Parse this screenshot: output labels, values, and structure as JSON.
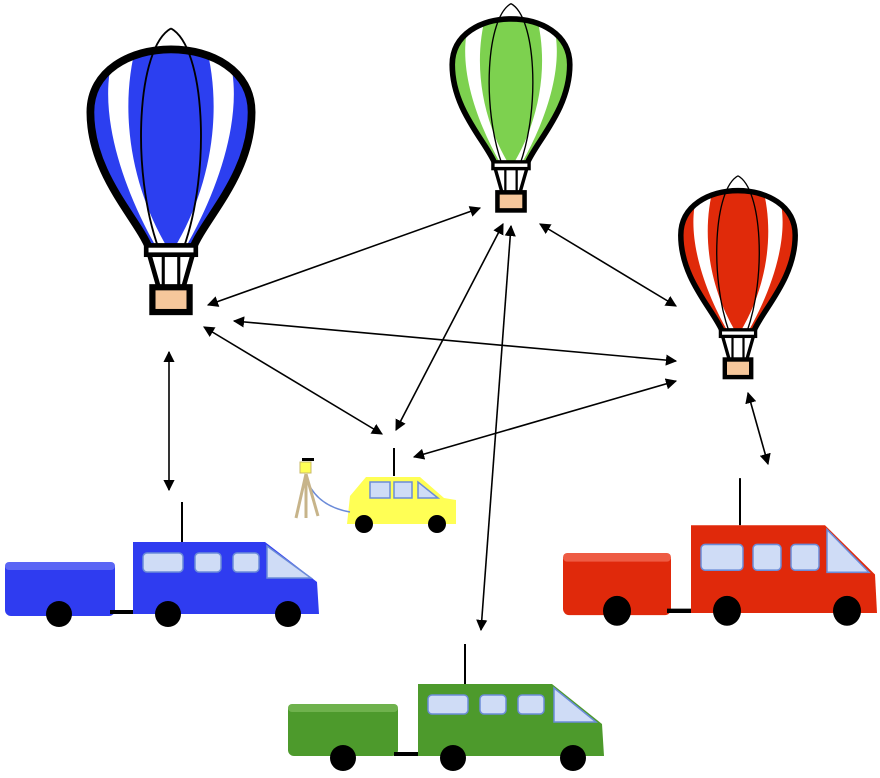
{
  "colors": {
    "blue": "#2c3ff0",
    "green": "#7dd14f",
    "red": "#e02a0a",
    "van_blue": "#2f3cf0",
    "van_red": "#e0290b",
    "van_green": "#4d9a2c",
    "car_yellow": "#ffff55",
    "basket": "#f6c79b",
    "window": "#cfdcf6",
    "outline": "#000000"
  },
  "nodes": {
    "balloons": [
      {
        "name": "balloon-blue",
        "color_key": "blue",
        "icon": "hot-air-balloon-icon"
      },
      {
        "name": "balloon-green",
        "color_key": "green",
        "icon": "hot-air-balloon-icon"
      },
      {
        "name": "balloon-red",
        "color_key": "red",
        "icon": "hot-air-balloon-icon"
      }
    ],
    "vehicles": [
      {
        "name": "van-blue",
        "color_key": "van_blue",
        "icon": "van-with-trailer-icon"
      },
      {
        "name": "van-red",
        "color_key": "van_red",
        "icon": "van-with-trailer-icon"
      },
      {
        "name": "van-green",
        "color_key": "van_green",
        "icon": "van-with-trailer-icon"
      },
      {
        "name": "car-yellow",
        "color_key": "car_yellow",
        "icon": "car-with-tripod-icon"
      }
    ]
  },
  "links": [
    {
      "from": "balloon-blue",
      "to": "balloon-green"
    },
    {
      "from": "balloon-blue",
      "to": "balloon-red"
    },
    {
      "from": "balloon-blue",
      "to": "car-yellow"
    },
    {
      "from": "balloon-blue",
      "to": "van-blue"
    },
    {
      "from": "balloon-green",
      "to": "balloon-red"
    },
    {
      "from": "balloon-green",
      "to": "car-yellow"
    },
    {
      "from": "balloon-green",
      "to": "van-green"
    },
    {
      "from": "balloon-red",
      "to": "car-yellow"
    },
    {
      "from": "balloon-red",
      "to": "van-red"
    }
  ]
}
